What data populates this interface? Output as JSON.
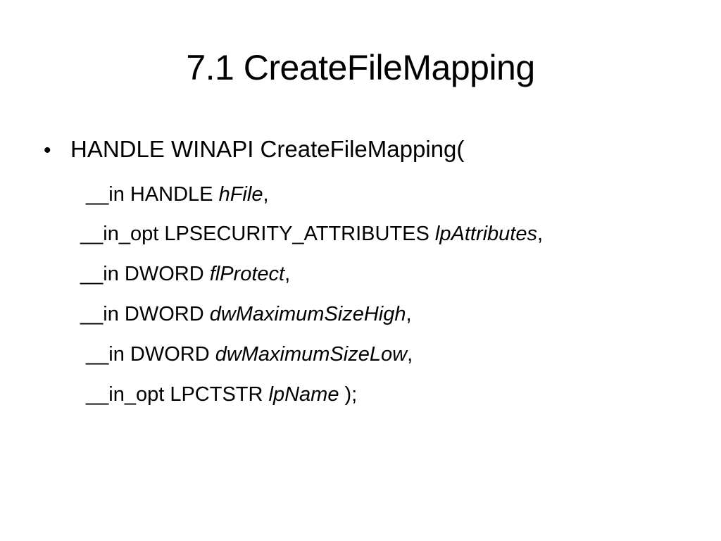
{
  "slide": {
    "title": "7.1 CreateFileMapping",
    "bullet_symbol": "•",
    "signature": "HANDLE WINAPI CreateFileMapping(",
    "params": [
      {
        "prefix": "__in HANDLE ",
        "name": "hFile",
        "suffix": ","
      },
      {
        "prefix": "__in_opt LPSECURITY_ATTRIBUTES ",
        "name": "lpAttributes",
        "suffix": ","
      },
      {
        "prefix": "__in DWORD ",
        "name": "flProtect",
        "suffix": ","
      },
      {
        "prefix": "__in DWORD ",
        "name": "dwMaximumSizeHigh",
        "suffix": ","
      },
      {
        "prefix": "__in DWORD ",
        "name": "dwMaximumSizeLow",
        "suffix": ","
      },
      {
        "prefix": "__in_opt LPCTSTR ",
        "name": "lpName",
        "suffix": " );"
      }
    ]
  }
}
